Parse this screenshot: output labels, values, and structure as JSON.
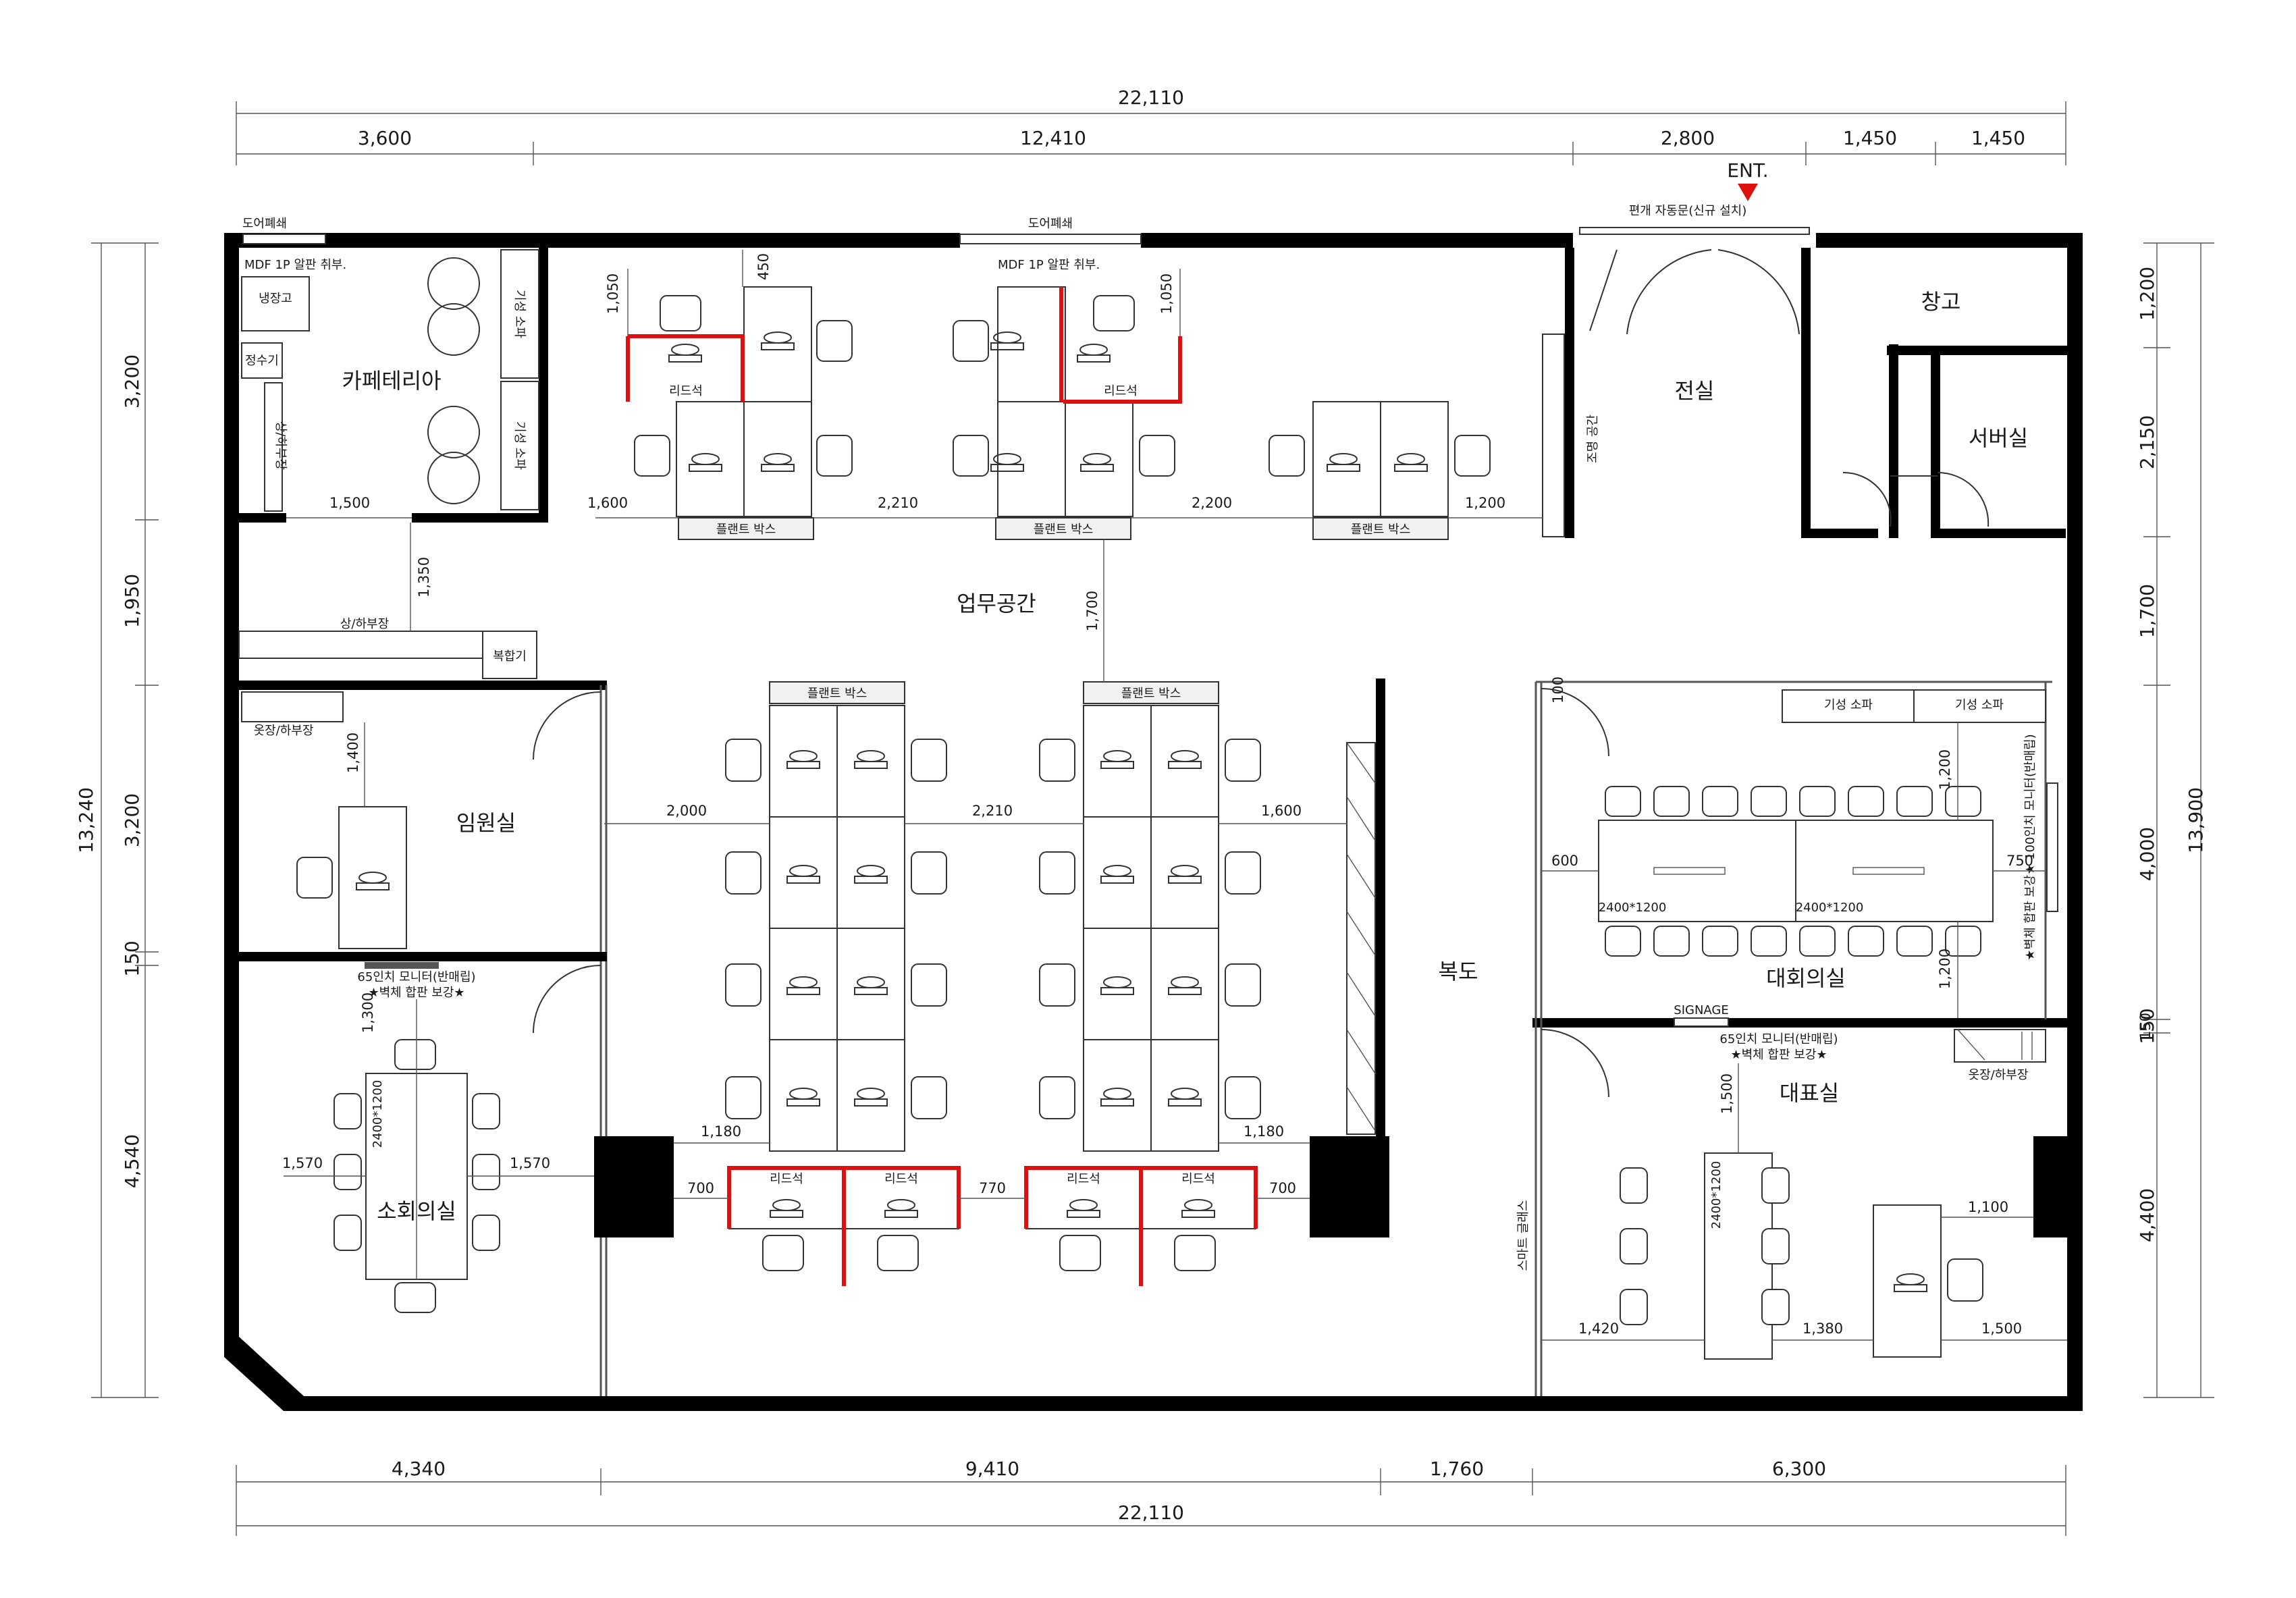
{
  "dims": {
    "top_total": "22,110",
    "top_segments": [
      "3,600",
      "12,410",
      "2,800",
      "1,450",
      "1,450"
    ],
    "bottom_total": "22,110",
    "bottom_segments": [
      "4,340",
      "9,410",
      "1,760",
      "6,300"
    ],
    "left_total": "13,240",
    "left_segments": [
      "3,200",
      "1,950",
      "3,200",
      "150",
      "4,540"
    ],
    "right_total": "13,900",
    "right_segments": [
      "1,200",
      "2,150",
      "1,700",
      "4,000",
      "150",
      "4,400"
    ]
  },
  "rooms": {
    "cafeteria": "카페테리아",
    "workspace": "업무공간",
    "electric": "전실",
    "storage": "창고",
    "server": "서버실",
    "executive": "임원실",
    "small_meeting": "소회의실",
    "corridor": "복도",
    "large_meeting": "대회의실",
    "ceo": "대표실"
  },
  "labels": {
    "entrance": "ENT.",
    "auto_door": "편개 자동문(신규 설치)",
    "door_closed_1": "도어폐쇄",
    "door_closed_2": "도어폐쇄",
    "mdf_1": "MDF 1P 알판 취부.",
    "mdf_2": "MDF 1P 알판 취부.",
    "fridge": "냉장고",
    "water": "정수기",
    "cabinet_cafe": "상/하부장",
    "sofa_1": "기성 소파",
    "sofa_2": "기성 소파",
    "cabinet_mid": "상/하부장",
    "copier": "복합기",
    "wardrobe_exec": "옷장/하부장",
    "leader": "리드석",
    "planter": "플랜트 박스",
    "lighting": "조명 공간",
    "sofa_3": "기성 소파",
    "sofa_4": "기성 소파",
    "monitor_100": "★벽체 합판 보강★ 100인치 모니터(반매립)",
    "monitor_65": "65인치 모니터(반매립)",
    "reinforce": "★벽체 합판 보강★",
    "signage": "SIGNAGE",
    "monitor_65_b": "65인치 모니터(반매립)",
    "reinforce_b": "★벽체 합판 보강★",
    "wardrobe_ceo": "옷장/하부장",
    "smart_glass": "스마트 글래스",
    "table_a": "2400*1200",
    "table_b": "2400*1200",
    "table_small": "2400*1200",
    "table_ceo": "2400*1200"
  },
  "inner_dims": {
    "d1050a": "1,050",
    "d450": "450",
    "d1050b": "1,050",
    "d1500": "1,500",
    "d1600a": "1,600",
    "d2210a": "2,210",
    "d2200": "2,200",
    "d1200a": "1,200",
    "d1350": "1,350",
    "d1700": "1,700",
    "d1400": "1,400",
    "d100a": "100",
    "d150": "150",
    "d2000": "2,000",
    "d2210b": "2,210",
    "d1600b": "1,600",
    "d600": "600",
    "d750": "750",
    "d1200b": "1,200",
    "d1200c": "1,200",
    "d1300": "1,300",
    "d1570a": "1,570",
    "d1570b": "1,570",
    "d1180a": "1,180",
    "d1180b": "1,180",
    "d700a": "700",
    "d770": "770",
    "d700b": "700",
    "d1500b": "1,500",
    "d1100": "1,100",
    "d1420": "1,420",
    "d1380": "1,380",
    "d1500c": "1,500"
  },
  "colors": {
    "wall": "#000000",
    "leader_partition": "#e01010",
    "entrance_marker": "#e01010"
  }
}
